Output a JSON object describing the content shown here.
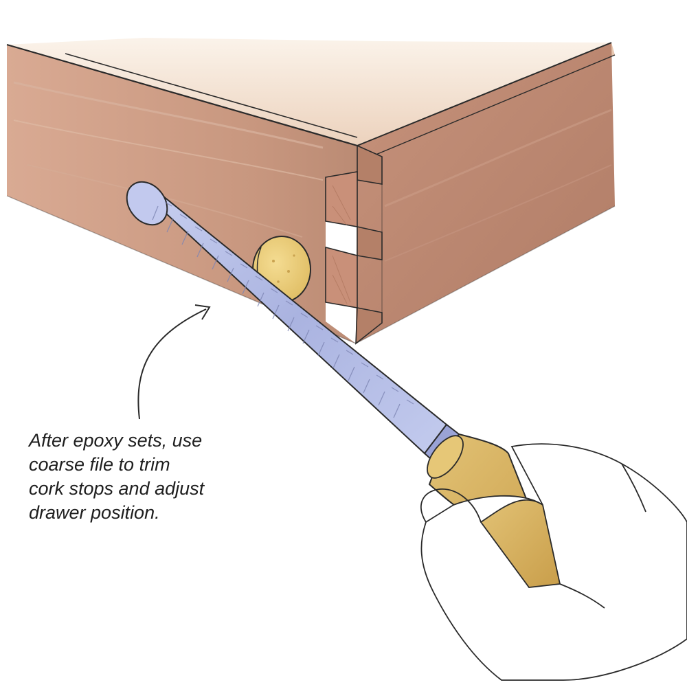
{
  "callout": {
    "lines": [
      "After epoxy sets, use",
      "coarse file to trim",
      "cork stops and adjust",
      "drawer position."
    ]
  },
  "illustration": {
    "subjects": [
      "drawer-corner",
      "dovetail-joint",
      "cork-stop",
      "coarse-file",
      "hand"
    ],
    "colors": {
      "wood_side": "#c99a85",
      "wood_top": "#f1dccb",
      "wood_end": "#b98771",
      "cork": "#e9cc7c",
      "file_metal": "#b4bde6",
      "handle": "#d8b56a",
      "ink": "#2a2a2a"
    }
  }
}
